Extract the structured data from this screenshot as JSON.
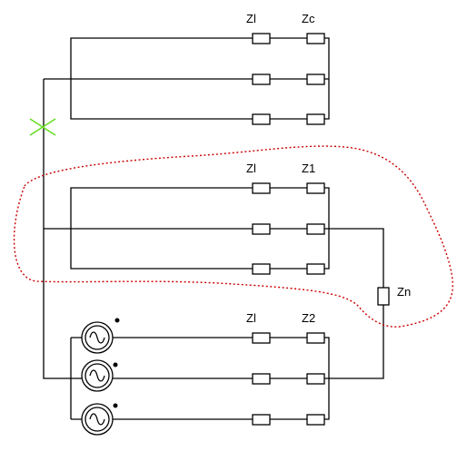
{
  "diagram": {
    "labels": {
      "zl_top": "Zl",
      "zc": "Zc",
      "zl_mid": "Zl",
      "z1": "Z1",
      "zl_bottom": "Zl",
      "z2": "Z2",
      "zn": "Zn"
    },
    "colors": {
      "wire": "#000000",
      "fault_mark": "#66dd22",
      "zone_outline": "#cc0000"
    },
    "icons": {
      "fault": "fault-x-icon",
      "source": "ac-source-icon"
    }
  }
}
